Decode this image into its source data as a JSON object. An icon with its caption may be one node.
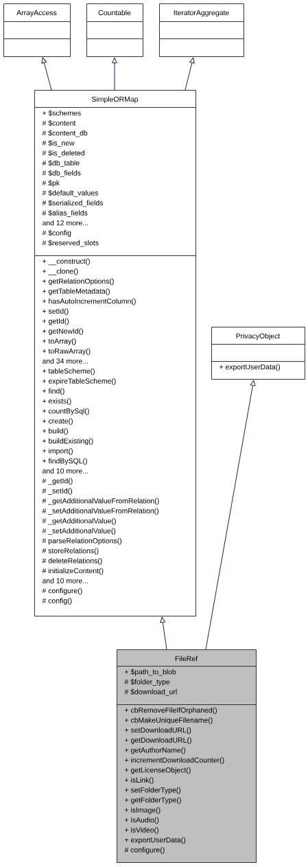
{
  "diagram": {
    "nodes": [
      {
        "text": [
          "ArrayAccess"
        ]
      },
      {
        "text": [],
        "shape": "box",
        "in": 0
      },
      {
        "text": [],
        "shape": "box",
        "in": 0
      },
      {
        "text": [
          "Countable"
        ]
      },
      {
        "text": [],
        "shape": "box",
        "in": 3
      },
      {
        "text": [],
        "shape": "box",
        "in": 3
      },
      {
        "text": [
          "IteratorAggregate"
        ]
      },
      {
        "text": [],
        "shape": "box",
        "in": 6
      },
      {
        "text": [],
        "shape": "box",
        "in": 6
      },
      {
        "text": [
          "SimpleORMap"
        ]
      },
      {
        "text": [
          "+ $schemes",
          "# $content",
          "# $content_db",
          "# $is_new",
          "# $is_deleted",
          "# $db_table",
          "# $db_fields",
          "# $pk",
          "# $default_values",
          "# $serialized_fields",
          "# $alias_fields",
          "and 12 more...",
          "# $config",
          "# $reserved_slots"
        ],
        "in": 9
      },
      {
        "text": [
          "+ __construct()",
          "+ __clone()",
          "+ getRelationOptions()",
          "+ getTableMetadata()",
          "+ hasAutoIncrementColumn()",
          "+ setId()",
          "+ getId()",
          "+ getNewId()",
          "+ toArray()",
          "+ toRawArray()",
          "and 34 more...",
          "+ tableScheme()",
          "+ expireTableScheme()",
          "+ find()",
          "+ exists()",
          "+ countBySql()",
          "+ create()",
          "+ build()",
          "+ buildExisting()",
          "+ import()",
          "+ findBySQL()",
          "and 10 more...",
          "# _getId()",
          "# _setId()",
          "# _getAdditionalValueFromRelation()",
          "# _setAdditionalValueFromRelation()",
          "# _getAdditionalValue()",
          "# _setAdditionalValue()",
          "# parseRelationOptions()",
          "# storeRelations()",
          "# deleteRelations()",
          "# initializeContent()",
          "and 10 more...",
          "# configure()",
          "# config()"
        ],
        "in": 9
      },
      {
        "text": [
          "PrivacyObject"
        ]
      },
      {
        "text": [],
        "shape": "box",
        "in": 12
      },
      {
        "text": [
          "+ exportUserData()"
        ],
        "in": 12
      },
      {
        "text": [
          "FileRef"
        ]
      },
      {
        "text": [
          "+ $path_to_blob",
          "# $folder_type",
          "# $download_url"
        ],
        "in": 15
      },
      {
        "text": [
          "+ cbRemoveFileIfOrphaned()",
          "+ cbMakeUniqueFilename()",
          "+ setDownloadURL()",
          "+ getDownloadURL()",
          "+ getAuthorName()",
          "+ incrementDownloadCounter()",
          "+ getLicenseObject()",
          "+ isLink()",
          "+ setFolderType()",
          "+ getFolderType()",
          "+ isImage()",
          "+ isAudio()",
          "+ isVideo()",
          "+ exportUserData()",
          "# configure()"
        ],
        "in": 15
      }
    ],
    "edges": [
      {
        "from": 9,
        "to": 0,
        "arrow": "to"
      },
      {
        "from": 9,
        "to": 3,
        "arrow": "to"
      },
      {
        "from": 9,
        "to": 6,
        "arrow": "to"
      },
      {
        "from": 15,
        "to": 9,
        "arrow": "to"
      },
      {
        "from": 15,
        "to": 12,
        "arrow": "to"
      }
    ]
  }
}
